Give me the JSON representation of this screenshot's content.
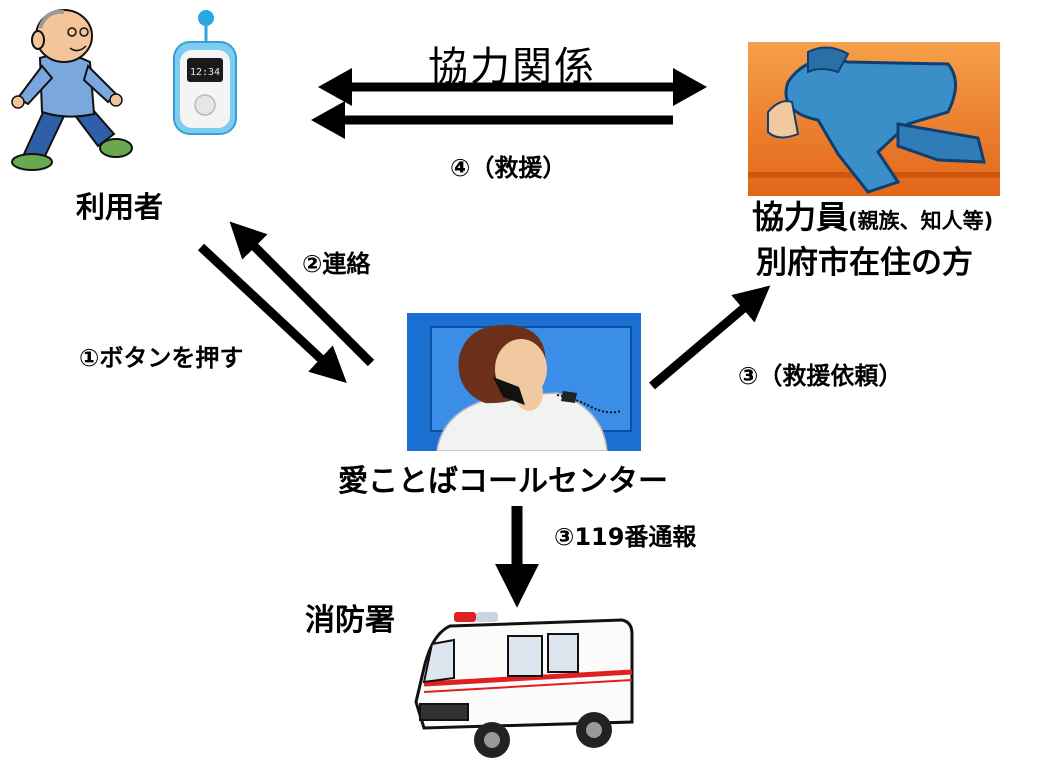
{
  "labels": {
    "cooperation": "協力関係",
    "rescue_return": "④（救援）",
    "user": "利用者",
    "cooperator_main": "協力員",
    "cooperator_note": "(親族、知人等)",
    "cooperator_residence": "別府市在住の方",
    "contact": "②連絡",
    "press_button": "①ボタンを押す",
    "rescue_request": "③（救援依頼）",
    "call_center": "愛ことばコールセンター",
    "emergency_call": "③119番通報",
    "fire_station": "消防署"
  },
  "device_screen": {
    "time": "12:34"
  },
  "colors": {
    "arrow": "#000000",
    "runner_background": "#f07d1e",
    "runner_figure": "#3a8fc8",
    "operator_background": "#1a6fd0",
    "device_body": "#7ccdf0",
    "ambulance_stripe": "#e02020"
  }
}
